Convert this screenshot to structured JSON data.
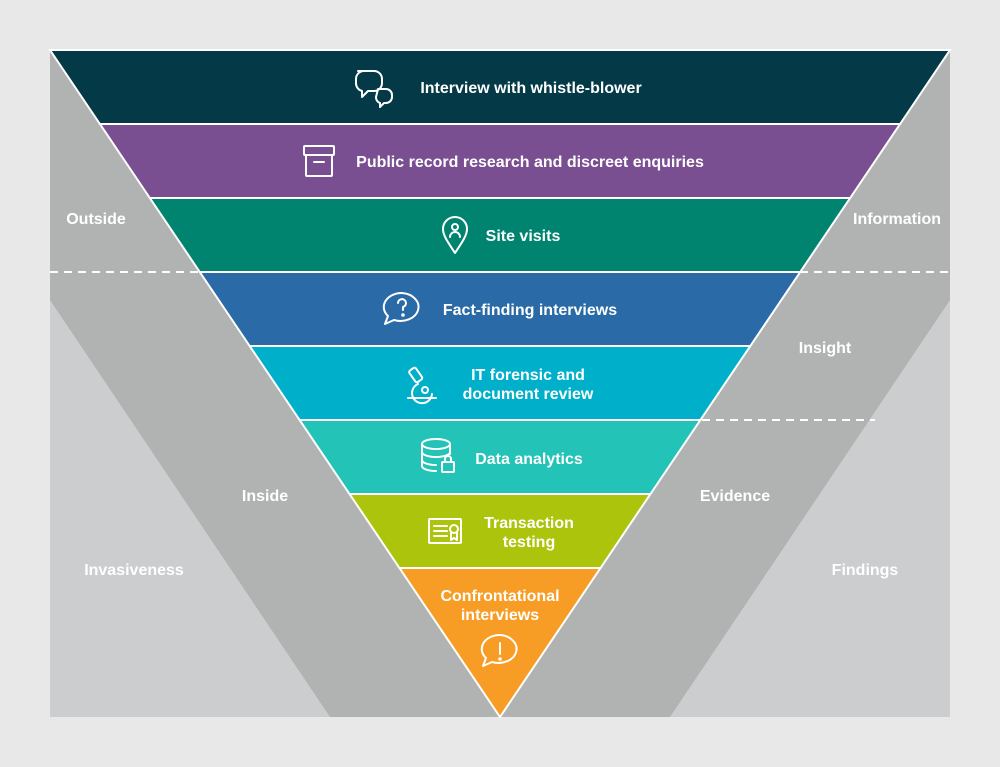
{
  "colors": {
    "background": "#e8e8e8",
    "panel_light": "#cbcdce",
    "panel_dark": "#b1b2b2",
    "band_1": "#043a47",
    "band_2": "#7a4f92",
    "band_3": "#00846f",
    "band_4": "#2a6ba7",
    "band_5": "#00afc9",
    "band_6": "#23c3b8",
    "band_7": "#adc40d",
    "band_8": "#f79d25"
  },
  "funnel": {
    "stages": [
      {
        "label_lines": [
          "Interview with whistle-blower"
        ],
        "icon": "speech-bubbles-icon"
      },
      {
        "label_lines": [
          "Public record research and discreet enquiries"
        ],
        "icon": "archive-box-icon"
      },
      {
        "label_lines": [
          "Site visits"
        ],
        "icon": "location-pin-icon"
      },
      {
        "label_lines": [
          "Fact-finding interviews"
        ],
        "icon": "question-bubble-icon"
      },
      {
        "label_lines": [
          "IT forensic and",
          "document review"
        ],
        "icon": "microscope-icon"
      },
      {
        "label_lines": [
          "Data analytics"
        ],
        "icon": "database-lock-icon"
      },
      {
        "label_lines": [
          "Transaction",
          "testing"
        ],
        "icon": "certificate-icon"
      },
      {
        "label_lines": [
          "Confrontational",
          "interviews"
        ],
        "icon": "exclamation-bubble-icon"
      }
    ]
  },
  "left_labels": {
    "outside": "Outside",
    "inside": "Inside",
    "invasiveness": "Invasiveness"
  },
  "right_labels": {
    "information": "Information",
    "insight": "Insight",
    "evidence": "Evidence",
    "findings": "Findings"
  }
}
